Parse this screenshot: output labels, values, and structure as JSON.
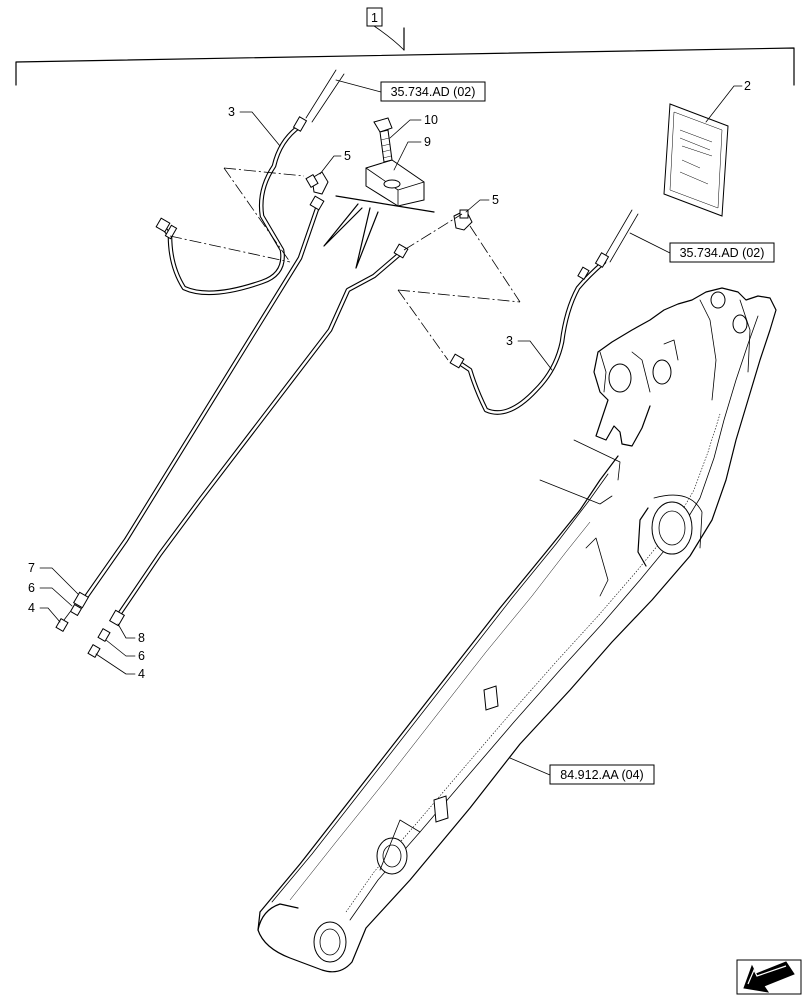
{
  "main_callout": "1",
  "references": {
    "ref_top": "35.734.AD (02)",
    "ref_right": "35.734.AD (02)",
    "ref_arm": "84.912.AA (04)"
  },
  "callouts": {
    "c2": "2",
    "c3_left": "3",
    "c3_right": "3",
    "c4_upper": "4",
    "c4_lower": "4",
    "c5_left": "5",
    "c5_right": "5",
    "c6_upper": "6",
    "c6_lower": "6",
    "c7": "7",
    "c8": "8",
    "c9": "9",
    "c10": "10"
  },
  "icons": {
    "nav_arrow": "next-page-arrow-icon"
  }
}
